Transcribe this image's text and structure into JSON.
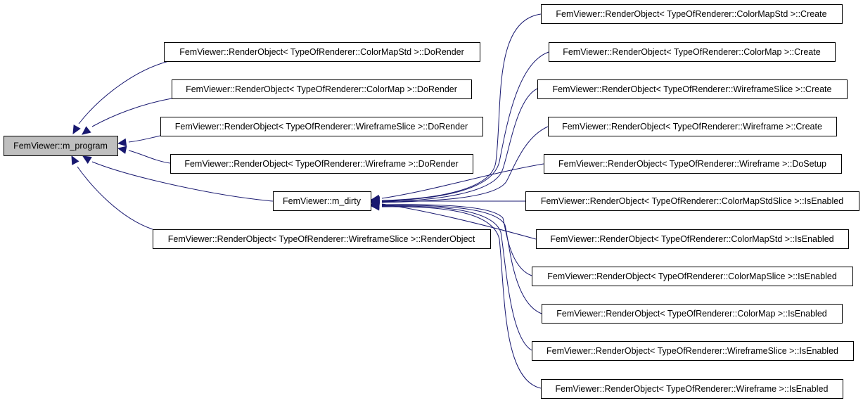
{
  "colors": {
    "edge": "#191970",
    "root_fill": "#bfbfbf",
    "node_fill": "#ffffff",
    "node_border": "#000000"
  },
  "nodes": [
    {
      "id": "n0",
      "label": "FemViewer::m_program",
      "root": true
    },
    {
      "id": "n1",
      "label": "FemViewer::RenderObject< TypeOfRenderer::ColorMapStd >::DoRender"
    },
    {
      "id": "n2",
      "label": "FemViewer::RenderObject< TypeOfRenderer::ColorMap >::DoRender"
    },
    {
      "id": "n3",
      "label": "FemViewer::RenderObject< TypeOfRenderer::WireframeSlice >::DoRender"
    },
    {
      "id": "n4",
      "label": "FemViewer::RenderObject< TypeOfRenderer::Wireframe >::DoRender"
    },
    {
      "id": "n5",
      "label": "FemViewer::m_dirty"
    },
    {
      "id": "n6",
      "label": "FemViewer::RenderObject< TypeOfRenderer::WireframeSlice >::RenderObject"
    },
    {
      "id": "n7",
      "label": "FemViewer::RenderObject< TypeOfRenderer::ColorMapStd >::Create"
    },
    {
      "id": "n8",
      "label": "FemViewer::RenderObject< TypeOfRenderer::ColorMap >::Create"
    },
    {
      "id": "n9",
      "label": "FemViewer::RenderObject< TypeOfRenderer::WireframeSlice >::Create"
    },
    {
      "id": "n10",
      "label": "FemViewer::RenderObject< TypeOfRenderer::Wireframe >::Create"
    },
    {
      "id": "n11",
      "label": "FemViewer::RenderObject< TypeOfRenderer::Wireframe >::DoSetup"
    },
    {
      "id": "n12",
      "label": "FemViewer::RenderObject< TypeOfRenderer::ColorMapStdSlice >::IsEnabled"
    },
    {
      "id": "n13",
      "label": "FemViewer::RenderObject< TypeOfRenderer::ColorMapStd >::IsEnabled"
    },
    {
      "id": "n14",
      "label": "FemViewer::RenderObject< TypeOfRenderer::ColorMapSlice >::IsEnabled"
    },
    {
      "id": "n15",
      "label": "FemViewer::RenderObject< TypeOfRenderer::ColorMap >::IsEnabled"
    },
    {
      "id": "n16",
      "label": "FemViewer::RenderObject< TypeOfRenderer::WireframeSlice >::IsEnabled"
    },
    {
      "id": "n17",
      "label": "FemViewer::RenderObject< TypeOfRenderer::Wireframe >::IsEnabled"
    }
  ],
  "edges": [
    {
      "from": "n1",
      "to": "n0"
    },
    {
      "from": "n2",
      "to": "n0"
    },
    {
      "from": "n3",
      "to": "n0"
    },
    {
      "from": "n4",
      "to": "n0"
    },
    {
      "from": "n5",
      "to": "n0"
    },
    {
      "from": "n6",
      "to": "n0"
    },
    {
      "from": "n7",
      "to": "n5"
    },
    {
      "from": "n8",
      "to": "n5"
    },
    {
      "from": "n9",
      "to": "n5"
    },
    {
      "from": "n10",
      "to": "n5"
    },
    {
      "from": "n11",
      "to": "n5"
    },
    {
      "from": "n12",
      "to": "n5"
    },
    {
      "from": "n13",
      "to": "n5"
    },
    {
      "from": "n14",
      "to": "n5"
    },
    {
      "from": "n15",
      "to": "n5"
    },
    {
      "from": "n16",
      "to": "n5"
    },
    {
      "from": "n17",
      "to": "n5"
    }
  ]
}
